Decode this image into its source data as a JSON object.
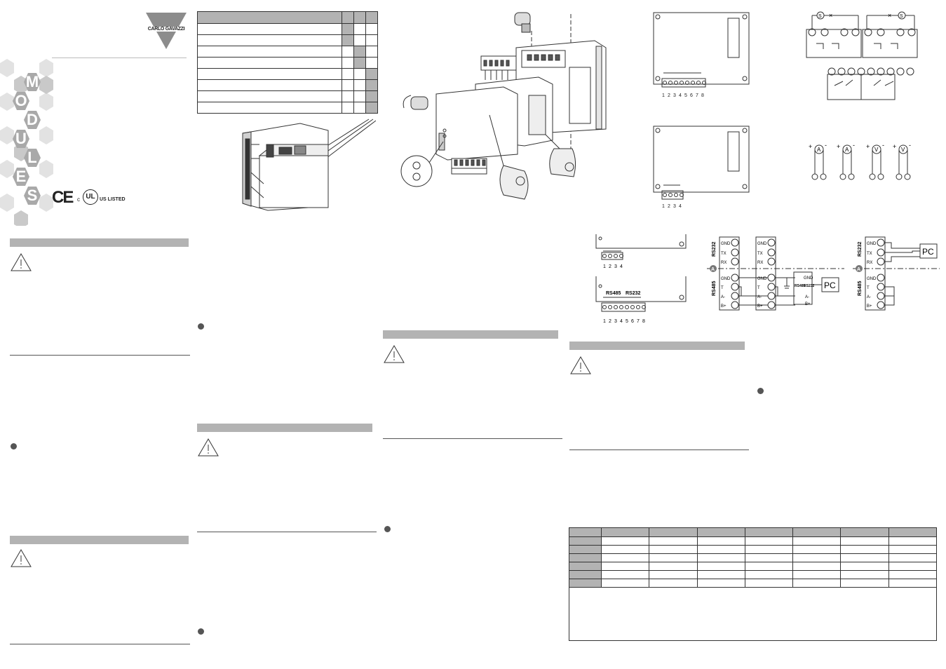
{
  "brand": {
    "name": "CARLO GAVAZZI",
    "colors": {
      "brand_grey": "#8c8c8c",
      "hex_light": "#d6d6d6",
      "hex_mid": "#b0b0b0"
    }
  },
  "logo_letters": [
    "M",
    "O",
    "D",
    "U",
    "L",
    "E",
    "S"
  ],
  "certifications": {
    "ce": "CE",
    "ul_c": "c",
    "ul_mark": "UL",
    "ul_text": "US LISTED"
  },
  "wiring": {
    "terminals_8": [
      "1",
      "2",
      "3",
      "4",
      "5",
      "6",
      "7",
      "8"
    ],
    "terminals_4": [
      "1",
      "2",
      "3",
      "4"
    ],
    "terminal_labels": {
      "rs485": "RS485",
      "rs232": "RS232"
    },
    "rs_pins_232": [
      "GND",
      "TX",
      "RX"
    ],
    "rs_pins_485": [
      "GND",
      "T",
      "A-",
      "B+"
    ],
    "rs_side_labels": {
      "rs232": "RS232",
      "rs485": "RS485"
    },
    "marker": "A",
    "converter_labels": {
      "gnd": "GND",
      "a": "A-",
      "b": "B+",
      "rs485": "RS485",
      "rs232": "RS232"
    },
    "pc": "PC",
    "meters": [
      {
        "sign_plus": "+",
        "letter": "A",
        "sign_minus": "-"
      },
      {
        "sign_plus": "+",
        "letter": "A",
        "sign_minus": "-"
      },
      {
        "sign_plus": "+",
        "letter": "V",
        "sign_minus": "-"
      },
      {
        "sign_plus": "+",
        "letter": "V",
        "sign_minus": "-"
      }
    ],
    "relay_marks": {
      "signal": "S",
      "cross": "×"
    }
  }
}
